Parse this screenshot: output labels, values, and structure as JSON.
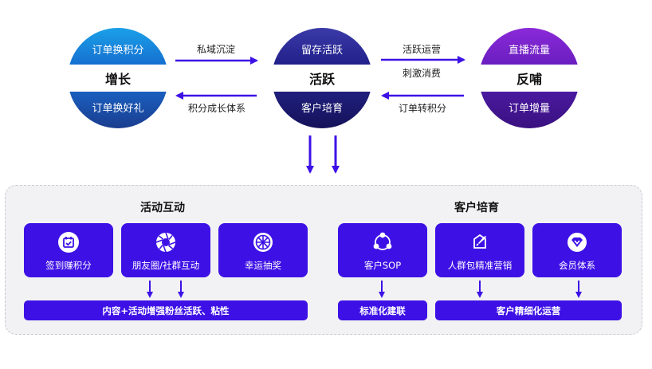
{
  "colors": {
    "accent": "#3d11e6",
    "panel_bg": "#f2f2f4"
  },
  "circles": {
    "growth": {
      "top": "订单换积分",
      "center": "增长",
      "bottom": "订单换好礼"
    },
    "active": {
      "top": "留存活跃",
      "center": "活跃",
      "bottom": "客户培育"
    },
    "feedback": {
      "top": "直播流量",
      "center": "反哺",
      "bottom": "订单增量"
    }
  },
  "arrows": {
    "left_forward": "私域沉淀",
    "left_back": "积分成长体系",
    "right_forward_top": "活跃运营",
    "right_forward_bottom": "刺激消费",
    "right_back": "订单转积分"
  },
  "panel": {
    "left_title": "活动互动",
    "right_title": "客户培育",
    "cards": [
      {
        "label": "签到赚积分",
        "icon": "calendar-check-icon"
      },
      {
        "label": "朋友圈/社群互动",
        "icon": "aperture-icon"
      },
      {
        "label": "幸运抽奖",
        "icon": "wheel-icon"
      },
      {
        "label": "客户SOP",
        "icon": "share-nodes-icon"
      },
      {
        "label": "人群包精准营销",
        "icon": "rocket-icon"
      },
      {
        "label": "会员体系",
        "icon": "vip-badge-icon"
      }
    ],
    "bars": {
      "left": "内容+活动增强粉丝活跃、粘性",
      "sop": "标准化建联",
      "right": "客户精细化运营"
    }
  }
}
